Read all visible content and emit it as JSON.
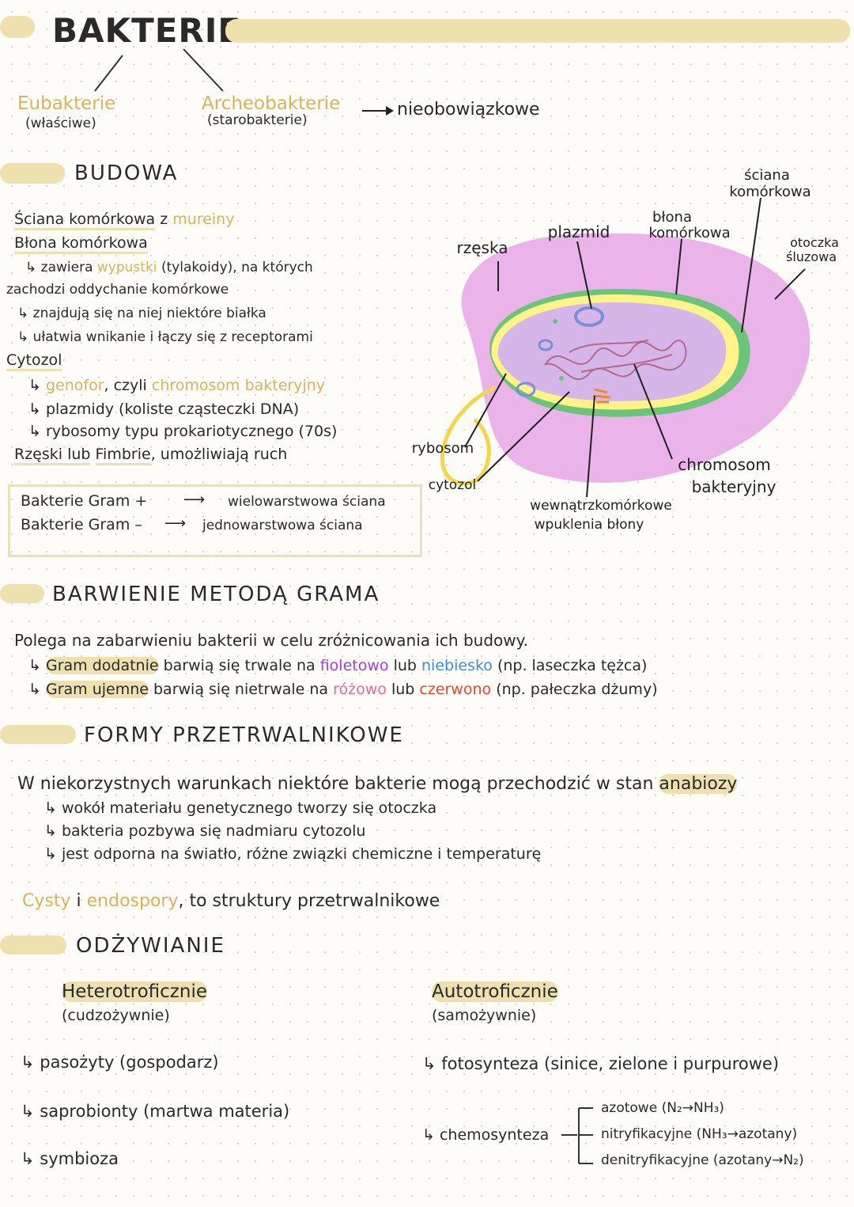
{
  "title": "BAKTERIE",
  "classification": {
    "eubacteria": "Eubakterie",
    "eubacteria_note": "(właściwe)",
    "archaea": "Archeobakterie",
    "archaea_note": "(starobakterie)",
    "archaea_arrow": "nieobowiązkowe"
  },
  "structure": {
    "heading": "BUDOWA",
    "line1_a": "Ściana komórkowa",
    "line1_b": "z",
    "line1_c": "mureiny",
    "line2": "Błona komórkowa",
    "line3_a": "zawiera",
    "line3_b": "wypustki",
    "line3_c": "(tylakoidy), na których",
    "line4": "zachodzi oddychanie komórkowe",
    "line5": "znajdują się na niej niektóre białka",
    "line6": "ułatwia wnikanie i łączy się z receptorami",
    "line7": "Cytozol",
    "line8_a": "genofor",
    "line8_b": ", czyli",
    "line8_c": "chromosom bakteryjny",
    "line9": "plazmidy (koliste cząsteczki DNA)",
    "line10": "rybosomy typu prokariotycznego (70s)",
    "line11_a": "Rzęski lub",
    "line11_b": "Fimbrie",
    "line11_c": ", umożliwiają ruch",
    "gram_pos_label": "Bakterie Gram +",
    "gram_pos_value": "wielowarstwowa ściana",
    "gram_neg_label": "Bakterie Gram –",
    "gram_neg_value": "jednowarstwowa ściana"
  },
  "diagram": {
    "cell_wall": "ściana komórkowa",
    "flagellum": "rzęska",
    "plasmid": "plazmid",
    "membrane": "błona komórkowa",
    "capsule": "otoczka śluzowa",
    "ribosome": "rybosom",
    "cytosol": "cytozol",
    "invaginations": "wewnątrzkomórkowe wpuklenia błony",
    "chromosome": "chromosom bakteryjny"
  },
  "gram_stain": {
    "heading": "BARWIENIE METODĄ GRAMA",
    "intro": "Polega na zabarwieniu bakterii w celu zróżnicowania ich budowy.",
    "pos_a": "Gram dodatnie",
    "pos_b": "barwią się trwale na",
    "pos_c": "fioletowo",
    "pos_d": "lub",
    "pos_e": "niebiesko",
    "pos_f": "(np. laseczka tężca)",
    "neg_a": "Gram ujemne",
    "neg_b": "barwią się nietrwale na",
    "neg_c": "różowo",
    "neg_d": "lub",
    "neg_e": "czerwono",
    "neg_f": "(np. pałeczka dżumy)"
  },
  "spores": {
    "heading": "FORMY PRZETRWALNIKOWE",
    "intro_a": "W niekorzystnych warunkach niektóre bakterie mogą przechodzić w stan",
    "intro_b": "anabiozy",
    "b1": "wokół materiału genetycznego tworzy się otoczka",
    "b2": "bakteria pozbywa się nadmiaru cytozolu",
    "b3": "jest odporna na światło, różne związki chemiczne i temperaturę",
    "cysts_a": "Cysty",
    "cysts_b": "i",
    "cysts_c": "endospory",
    "cysts_d": ", to struktury przetrwalnikowe"
  },
  "nutrition": {
    "heading": "ODŻYWIANIE",
    "hetero": "Heterotroficznie",
    "hetero_note": "(cudzożywnie)",
    "auto": "Autotroficznie",
    "auto_note": "(samożywnie)",
    "h1": "pasożyty (gospodarz)",
    "h2": "saprobionty (martwa materia)",
    "h3": "symbioza",
    "a1": "fotosynteza (sinice, zielone i purpurowe)",
    "a2": "chemosynteza",
    "c1": "azotowe (N₂→NH₃)",
    "c2": "nitryfikacyjne (NH₃→azotany)",
    "c3": "denitryfikacyjne (azotany→N₂)"
  },
  "colors": {
    "highlight": "#efe0b0",
    "accent_gold": "#d9b25e",
    "violet": "#a13fd6",
    "blue": "#3a8fd6",
    "pink": "#e46aa6",
    "red": "#e2472f"
  }
}
